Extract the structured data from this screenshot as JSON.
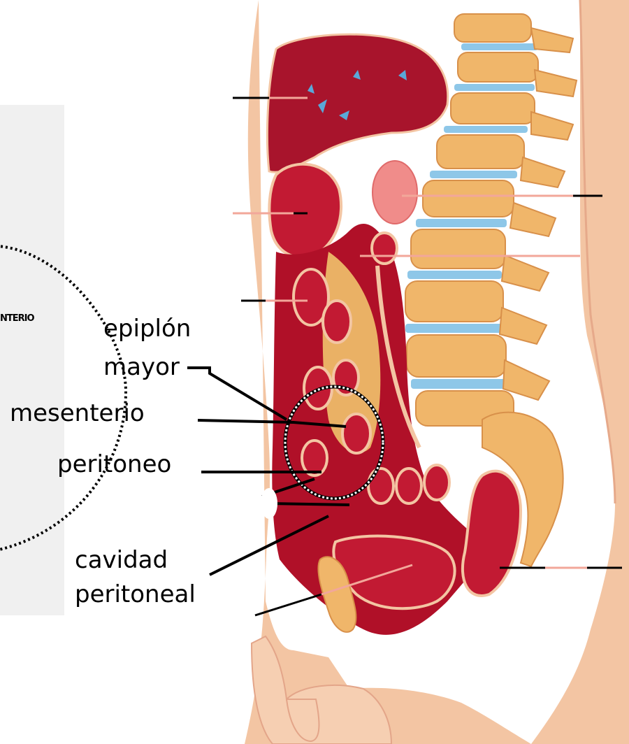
{
  "labels": {
    "epiplon_line1": "epiplón",
    "epiplon_line2": "mayor",
    "mesenterio": "mesenterio",
    "peritoneo": "peritoneo",
    "cavidad_line1": "cavidad",
    "cavidad_line2": "peritoneal"
  },
  "inset": {
    "label": "NTERIO"
  },
  "colors": {
    "skin": "#f3c5a3",
    "skin_dark": "#e6a98a",
    "organ_red": "#b8102a",
    "organ_dark": "#8a0f1e",
    "bone": "#f0b66a",
    "disc": "#8ec7e8",
    "fat": "#f1c36b",
    "leader_pink": "#f2a79a"
  }
}
